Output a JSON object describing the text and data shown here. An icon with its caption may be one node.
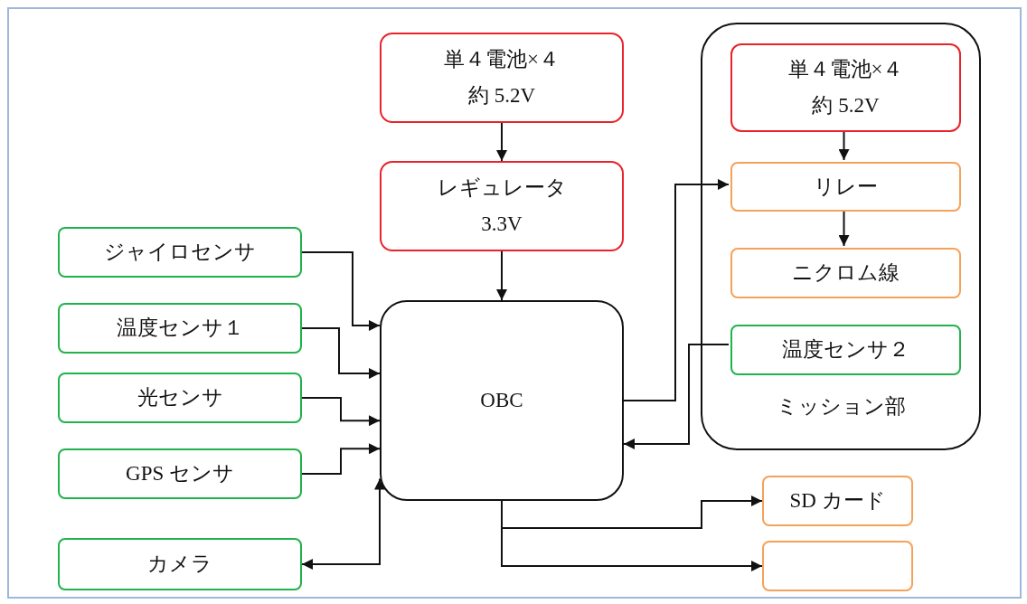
{
  "diagram": {
    "nodes": [
      {
        "text": [
          "単４電池×４",
          "約 5.2V"
        ]
      },
      {
        "text": [
          "レギュレータ",
          "3.3V"
        ]
      },
      {
        "text": [
          "ミッション部"
        ]
      },
      {
        "text": [
          "単４電池×４",
          "約 5.2V"
        ],
        "in": 2
      },
      {
        "text": [
          "リレー"
        ],
        "in": 2
      },
      {
        "text": [
          "ニクロム線"
        ],
        "in": 2
      },
      {
        "text": [
          "温度センサ２"
        ],
        "in": 2
      },
      {
        "text": [
          "ジャイロセンサ"
        ]
      },
      {
        "text": [
          "温度センサ１"
        ]
      },
      {
        "text": [
          "光センサ"
        ]
      },
      {
        "text": [
          "GPS センサ"
        ]
      },
      {
        "text": [
          "OBC"
        ]
      },
      {
        "text": [
          "カメラ"
        ]
      },
      {
        "text": [
          "SD カード"
        ]
      },
      {
        "text": [],
        "shape": "box"
      }
    ],
    "edges": [
      {
        "from": 0,
        "to": 1,
        "arrow": "to"
      },
      {
        "from": 1,
        "to": 11,
        "arrow": "to"
      },
      {
        "from": 3,
        "to": 4,
        "arrow": "to"
      },
      {
        "from": 4,
        "to": 5,
        "arrow": "to"
      },
      {
        "from": 11,
        "to": 4,
        "arrow": "to"
      },
      {
        "from": 6,
        "to": 11,
        "arrow": "to"
      },
      {
        "from": 7,
        "to": 11,
        "arrow": "to"
      },
      {
        "from": 8,
        "to": 11,
        "arrow": "to"
      },
      {
        "from": 9,
        "to": 11,
        "arrow": "to"
      },
      {
        "from": 10,
        "to": 11,
        "arrow": "to"
      },
      {
        "from": 11,
        "to": 12,
        "arrow": "both"
      },
      {
        "from": 11,
        "to": 13,
        "arrow": "to"
      },
      {
        "from": 11,
        "to": 14,
        "arrow": "to"
      }
    ]
  }
}
